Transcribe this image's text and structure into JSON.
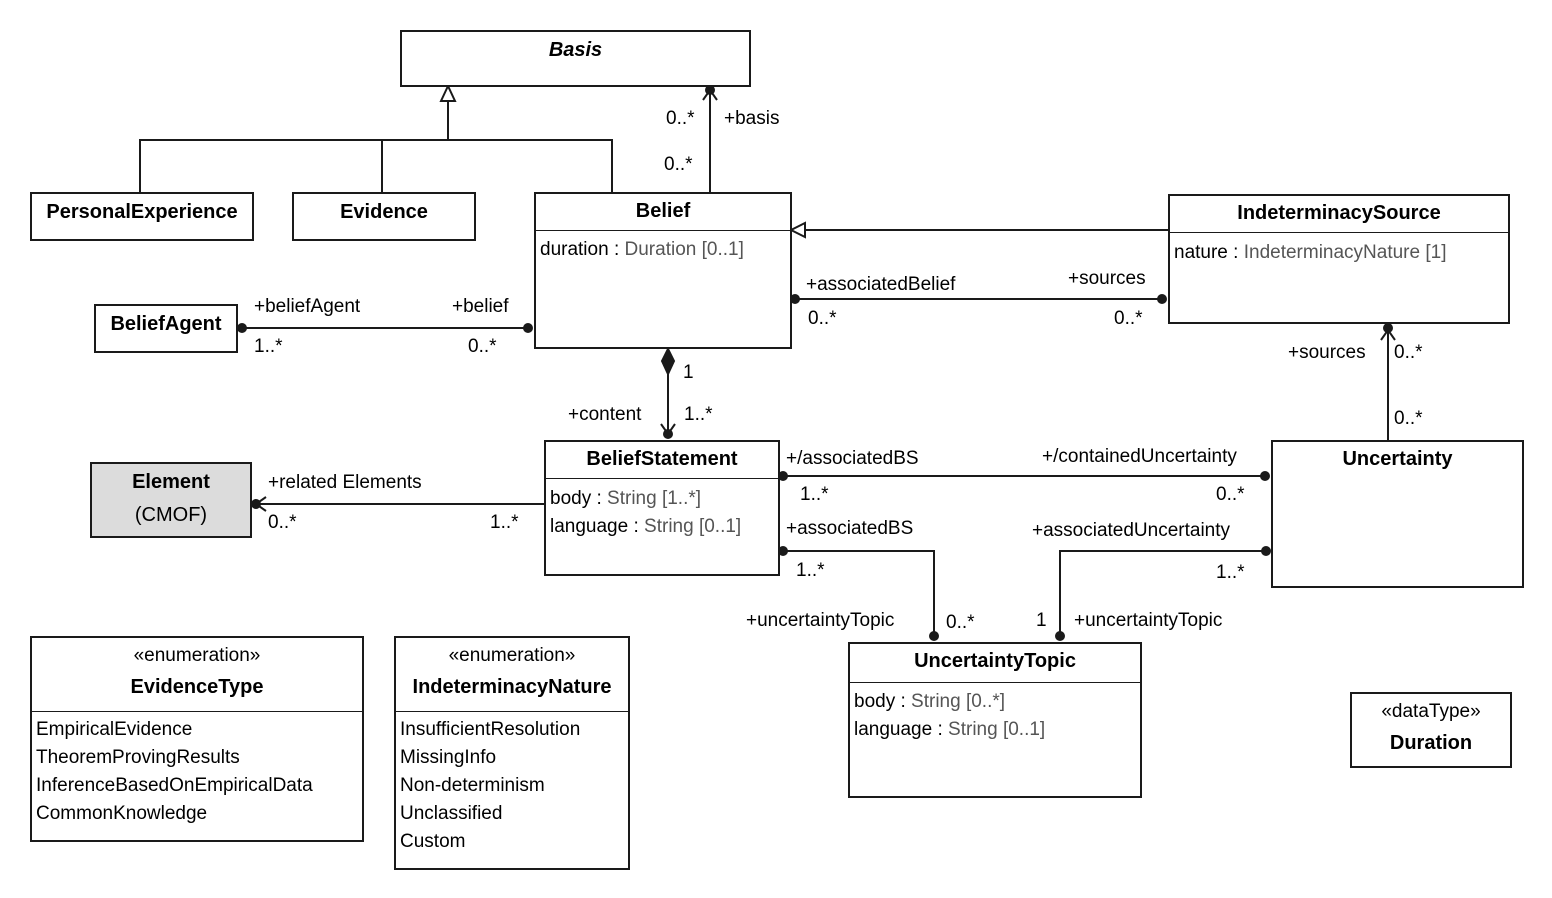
{
  "classes": {
    "basis": {
      "name": "Basis"
    },
    "personal_experience": {
      "name": "PersonalExperience"
    },
    "evidence": {
      "name": "Evidence"
    },
    "belief": {
      "name": "Belief",
      "attrs": [
        {
          "name": "duration",
          "type": "Duration [0..1]"
        }
      ]
    },
    "indeterminacy_source": {
      "name": "IndeterminacySource",
      "attrs": [
        {
          "name": "nature",
          "type": "IndeterminacyNature [1]"
        }
      ]
    },
    "belief_agent": {
      "name": "BeliefAgent"
    },
    "element": {
      "name": "Element",
      "subtitle": "(CMOF)"
    },
    "belief_statement": {
      "name": "BeliefStatement",
      "attrs": [
        {
          "name": "body",
          "type": "String [1..*]"
        },
        {
          "name": "language",
          "type": "String [0..1]"
        }
      ]
    },
    "uncertainty": {
      "name": "Uncertainty"
    },
    "uncertainty_topic": {
      "name": "UncertaintyTopic",
      "attrs": [
        {
          "name": "body",
          "type": "String [0..*]"
        },
        {
          "name": "language",
          "type": "String [0..1]"
        }
      ]
    },
    "evidence_type": {
      "stereotype": "«enumeration»",
      "name": "EvidenceType",
      "literals": [
        "EmpiricalEvidence",
        "TheoremProvingResults",
        "InferenceBasedOnEmpiricalData",
        "CommonKnowledge"
      ]
    },
    "indeterminacy_nature": {
      "stereotype": "«enumeration»",
      "name": "IndeterminacyNature",
      "literals": [
        "InsufficientResolution",
        "MissingInfo",
        "Non-determinism",
        "Unclassified",
        "Custom"
      ]
    },
    "duration": {
      "stereotype": "«dataType»",
      "name": "Duration"
    }
  },
  "sep": " : ",
  "labels": {
    "basis_mult_top": "0..*",
    "basis_role": "+basis",
    "basis_mult_bottom": "0..*",
    "associated_belief_role": "+associatedBelief",
    "associated_belief_mult": "0..*",
    "sources_role_top": "+sources",
    "sources_mult_top": "0..*",
    "belief_agent_role": "+beliefAgent",
    "belief_agent_mult": "1..*",
    "belief_role": "+belief",
    "belief_mult": "0..*",
    "composition_mult": "1",
    "content_role": "+content",
    "content_mult": "1..*",
    "sources_role_right": "+sources",
    "sources_mult_right": "0..*",
    "uncertainty_mult_up": "0..*",
    "related_elements_role": "+related Elements",
    "related_elements_mult": "0..*",
    "bs_mult_left": "1..*",
    "derived_associated_bs_role": "+/associatedBS",
    "derived_associated_bs_mult": "1..*",
    "contained_uncertainty_role": "+/containedUncertainty",
    "contained_uncertainty_mult": "0..*",
    "associated_bs_role": "+associatedBS",
    "associated_bs_mult": "1..*",
    "associated_uncertainty_role": "+associatedUncertainty",
    "associated_uncertainty_mult": "1..*",
    "uncertainty_topic_role_left": "+uncertaintyTopic",
    "uncertainty_topic_mult_left": "0..*",
    "uncertainty_topic_mult_right": "1",
    "uncertainty_topic_role_right": "+uncertaintyTopic"
  },
  "colors": {
    "line": "#1a1a1a",
    "element_fill": "#dcdcdc",
    "type_text": "#555555"
  }
}
